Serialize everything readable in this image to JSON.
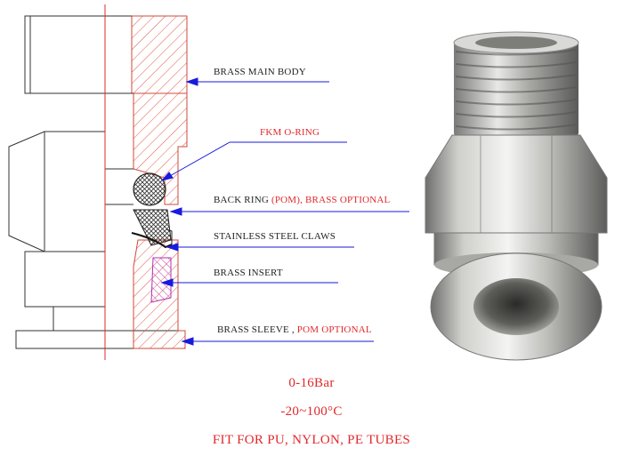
{
  "labels": {
    "main_body": "BRASS MAIN BODY",
    "oring": "FKM O-RING",
    "back_ring": "BACK RING",
    "back_ring_option": "(POM), BRASS OPTIONAL",
    "claws": "STAINLESS STEEL  CLAWS",
    "insert": "BRASS INSERT",
    "sleeve": "BRASS SLEEVE ,",
    "sleeve_option": "POM OPTIONAL"
  },
  "specs": {
    "pressure": "0-16Bar",
    "temperature": "-20~100°C",
    "fit": "FIT FOR PU, NYLON, PE TUBES"
  },
  "colors": {
    "section_hatch": "#e05a4a",
    "insert_hatch": "#c040c0",
    "leader_line": "#1a1adc",
    "centerline": "#e0282c",
    "red_text": "#e0282c",
    "metal_light": "#e6e6e4",
    "metal_dark": "#8a8a88"
  }
}
